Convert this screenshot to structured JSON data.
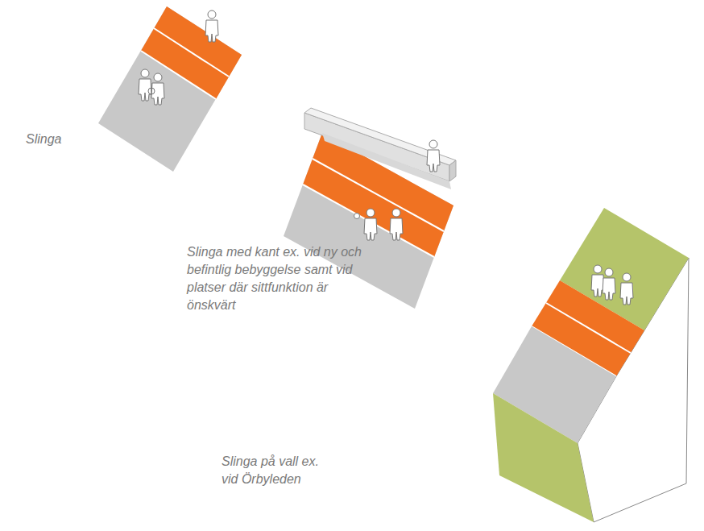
{
  "diagram": {
    "labels": [
      "Slinga",
      "Slinga med kant ex. vid ny och befintlig bebyggelse samt vid platser där sittfunktion är önskvärt",
      "Slinga på vall ex. vid Örbyleden"
    ]
  }
}
